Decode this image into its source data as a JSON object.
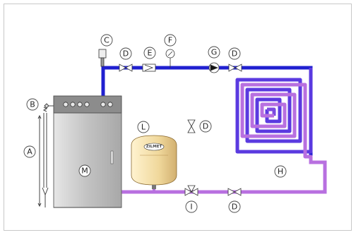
{
  "labels": {
    "A": "A",
    "B": "B",
    "C": "C",
    "D": "D",
    "E": "E",
    "F": "F",
    "G": "G",
    "H": "H",
    "I": "I",
    "L": "L",
    "M": "M"
  },
  "tank_brand": "ZILMET",
  "colors": {
    "supply": "#1c1ccf",
    "return": "#b870e0",
    "boiler_body": "#c4c4c4",
    "boiler_panel": "#9a9a9a",
    "tank": "#f0dca8"
  }
}
